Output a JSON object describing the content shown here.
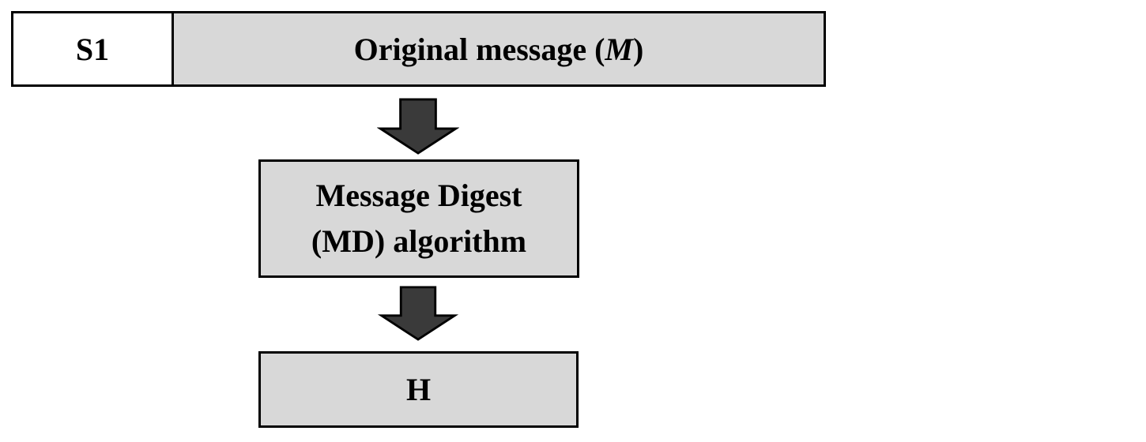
{
  "diagram": {
    "top_row": {
      "sender_label": "S1",
      "message_prefix": "Original message (",
      "message_var": "M",
      "message_suffix": ")"
    },
    "md_box": {
      "line1": "Message Digest",
      "line2": "(MD) algorithm"
    },
    "hash_box": {
      "label": "H"
    }
  },
  "colors": {
    "box_fill": "#d8d8d8",
    "box_border": "#000000",
    "arrow_fill": "#3a3a3a"
  }
}
